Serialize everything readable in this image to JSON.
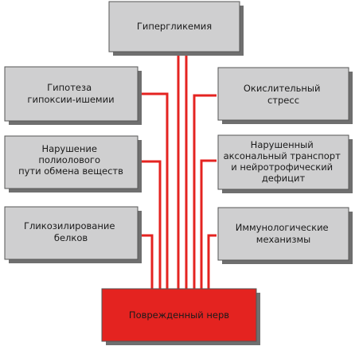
{
  "nodes": {
    "hyperglycemia": "Гипергликемия",
    "hypoxia": [
      "Гипотеза",
      "гипоксии-ишемии"
    ],
    "polyol": [
      "Нарушение",
      "полиолового",
      "пути обмена веществ"
    ],
    "glycation": [
      "Гликозилирование",
      "белков"
    ],
    "oxidative": [
      "Окислительный",
      "стресс"
    ],
    "axonal": [
      "Нарушенный",
      "аксональный транспорт",
      "и нейротрофический",
      "дефицит"
    ],
    "immune": [
      "Иммунологические",
      "механизмы"
    ],
    "nerve": "Поврежденный нерв"
  },
  "colors": {
    "box_fill": "#cfcfd0",
    "target_fill": "#e42320",
    "connector": "#e42320",
    "shadow": "#6f6f6f"
  }
}
